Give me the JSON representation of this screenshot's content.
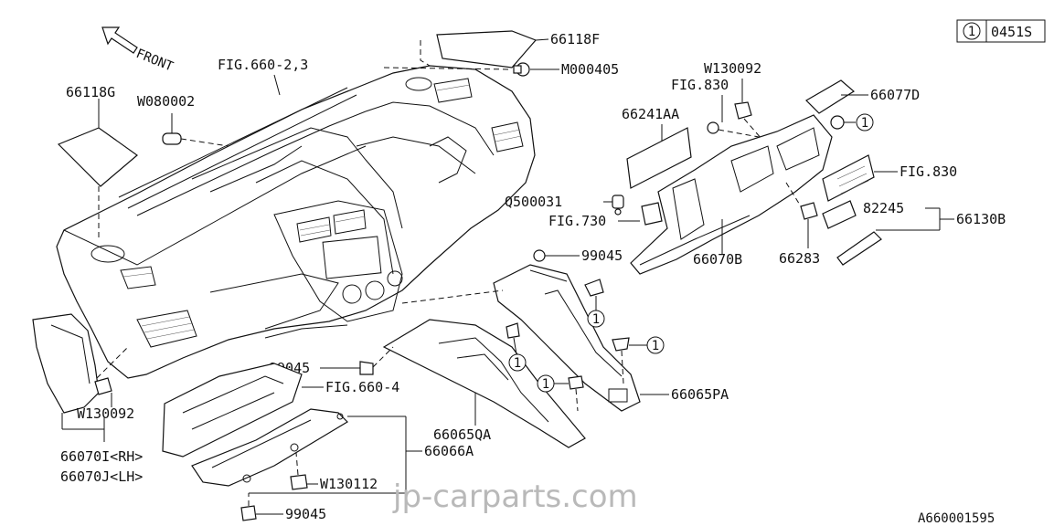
{
  "header": {
    "code": "0451S",
    "ref_number": "1"
  },
  "footer": {
    "drawing_id": "A660001595"
  },
  "watermark": {
    "text": "jp-carparts.com"
  },
  "front_marker": {
    "text": "FRONT"
  },
  "callouts": {
    "p66118F": "66118F",
    "m000405": "M000405",
    "fig660_23": "FIG.660-2,3",
    "p66118G": "66118G",
    "w080002": "W080002",
    "w130092_top": "W130092",
    "fig830_top": "FIG.830",
    "p66077D": "66077D",
    "p66241AA": "66241AA",
    "fig830_right": "FIG.830",
    "q500031": "Q500031",
    "p82245": "82245",
    "p66130B": "66130B",
    "fig730": "FIG.730",
    "p66070B": "66070B",
    "p66283": "66283",
    "p99045_mid": "99045",
    "p99045_left": "99045",
    "fig660_4": "FIG.660-4",
    "p66065PA": "66065PA",
    "w130092_left": "W130092",
    "p66065QA": "66065QA",
    "p66070I": "66070I<RH>",
    "p66070J": "66070J<LH>",
    "p66066A": "66066A",
    "w130112": "W130112",
    "p99045_bottom": "99045"
  },
  "circle_refs": [
    "1",
    "1",
    "1",
    "1",
    "1",
    "1"
  ]
}
